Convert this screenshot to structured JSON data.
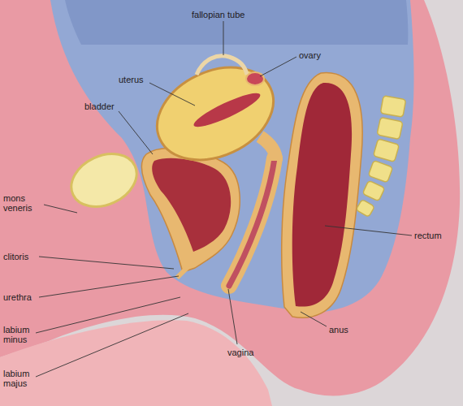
{
  "diagram": {
    "labels": [
      "fallopian tube",
      "ovary",
      "uterus",
      "bladder",
      "mons veneris",
      "rectum",
      "clitoris",
      "urethra",
      "anus",
      "labium minus",
      "vagina",
      "labium majus"
    ]
  }
}
